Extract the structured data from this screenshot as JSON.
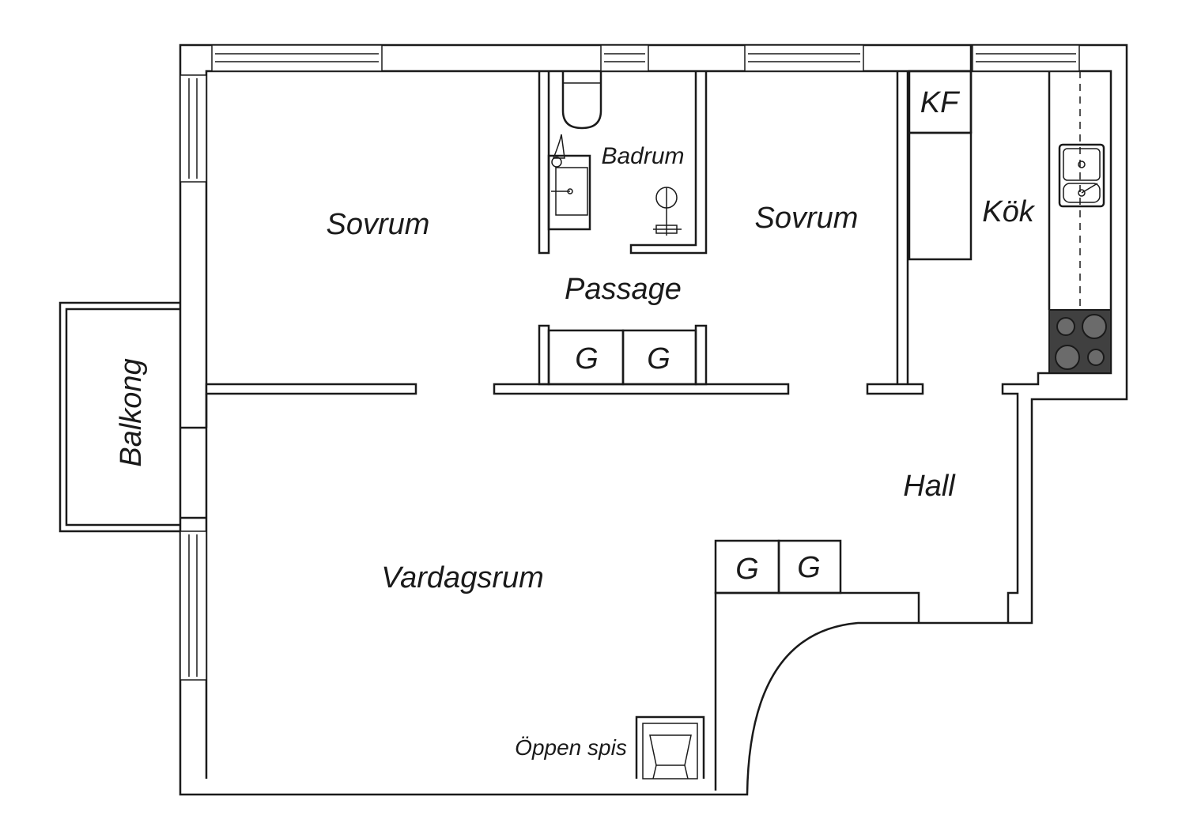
{
  "labels": {
    "sovrum_left": "Sovrum",
    "sovrum_right": "Sovrum",
    "badrum": "Badrum",
    "passage": "Passage",
    "kf": "KF",
    "kok": "Kök",
    "balkong": "Balkong",
    "hall": "Hall",
    "vardagsrum": "Vardagsrum",
    "oppen_spis": "Öppen spis",
    "closet_passage_1": "G",
    "closet_passage_2": "G",
    "closet_hall_1": "G",
    "closet_hall_2": "G"
  },
  "colors": {
    "line": "#1a1a1a",
    "stove": "#404040",
    "background": "#ffffff"
  }
}
